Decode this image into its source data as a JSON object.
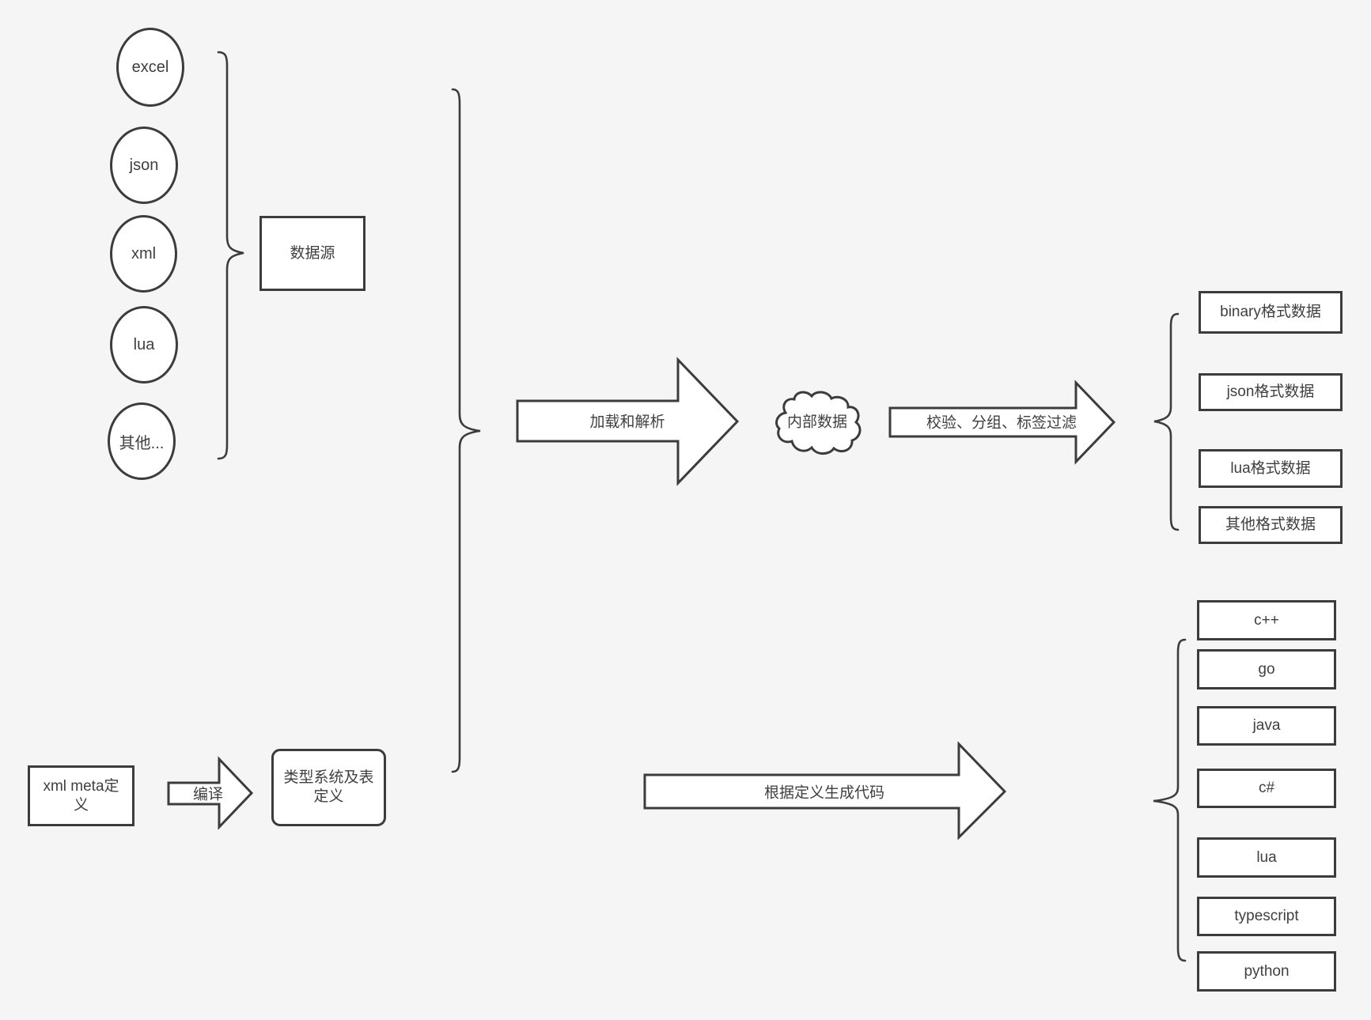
{
  "canvas": {
    "background_color": "#f5f5f5",
    "stroke_color": "#3c3c3c",
    "text_color": "#3f3f3f",
    "shape_fill_color": "#ffffff"
  },
  "sources": {
    "group_label": "数据源",
    "items": [
      "excel",
      "json",
      "xml",
      "lua",
      "其他..."
    ]
  },
  "pipeline": {
    "load_arrow_label": "加载和解析",
    "cloud_label": "内部数据",
    "filter_arrow_label": "校验、分组、标签过滤",
    "compile_arrow_label": "编译",
    "generate_arrow_label": "根据定义生成代码"
  },
  "definitions": {
    "xml_meta_label": "xml meta定义",
    "type_system_label": "类型系统及表定义"
  },
  "data_formats": [
    "binary格式数据",
    "json格式数据",
    "lua格式数据",
    "其他格式数据"
  ],
  "languages": [
    "c++",
    "go",
    "java",
    "c#",
    "lua",
    "typescript",
    "python"
  ]
}
